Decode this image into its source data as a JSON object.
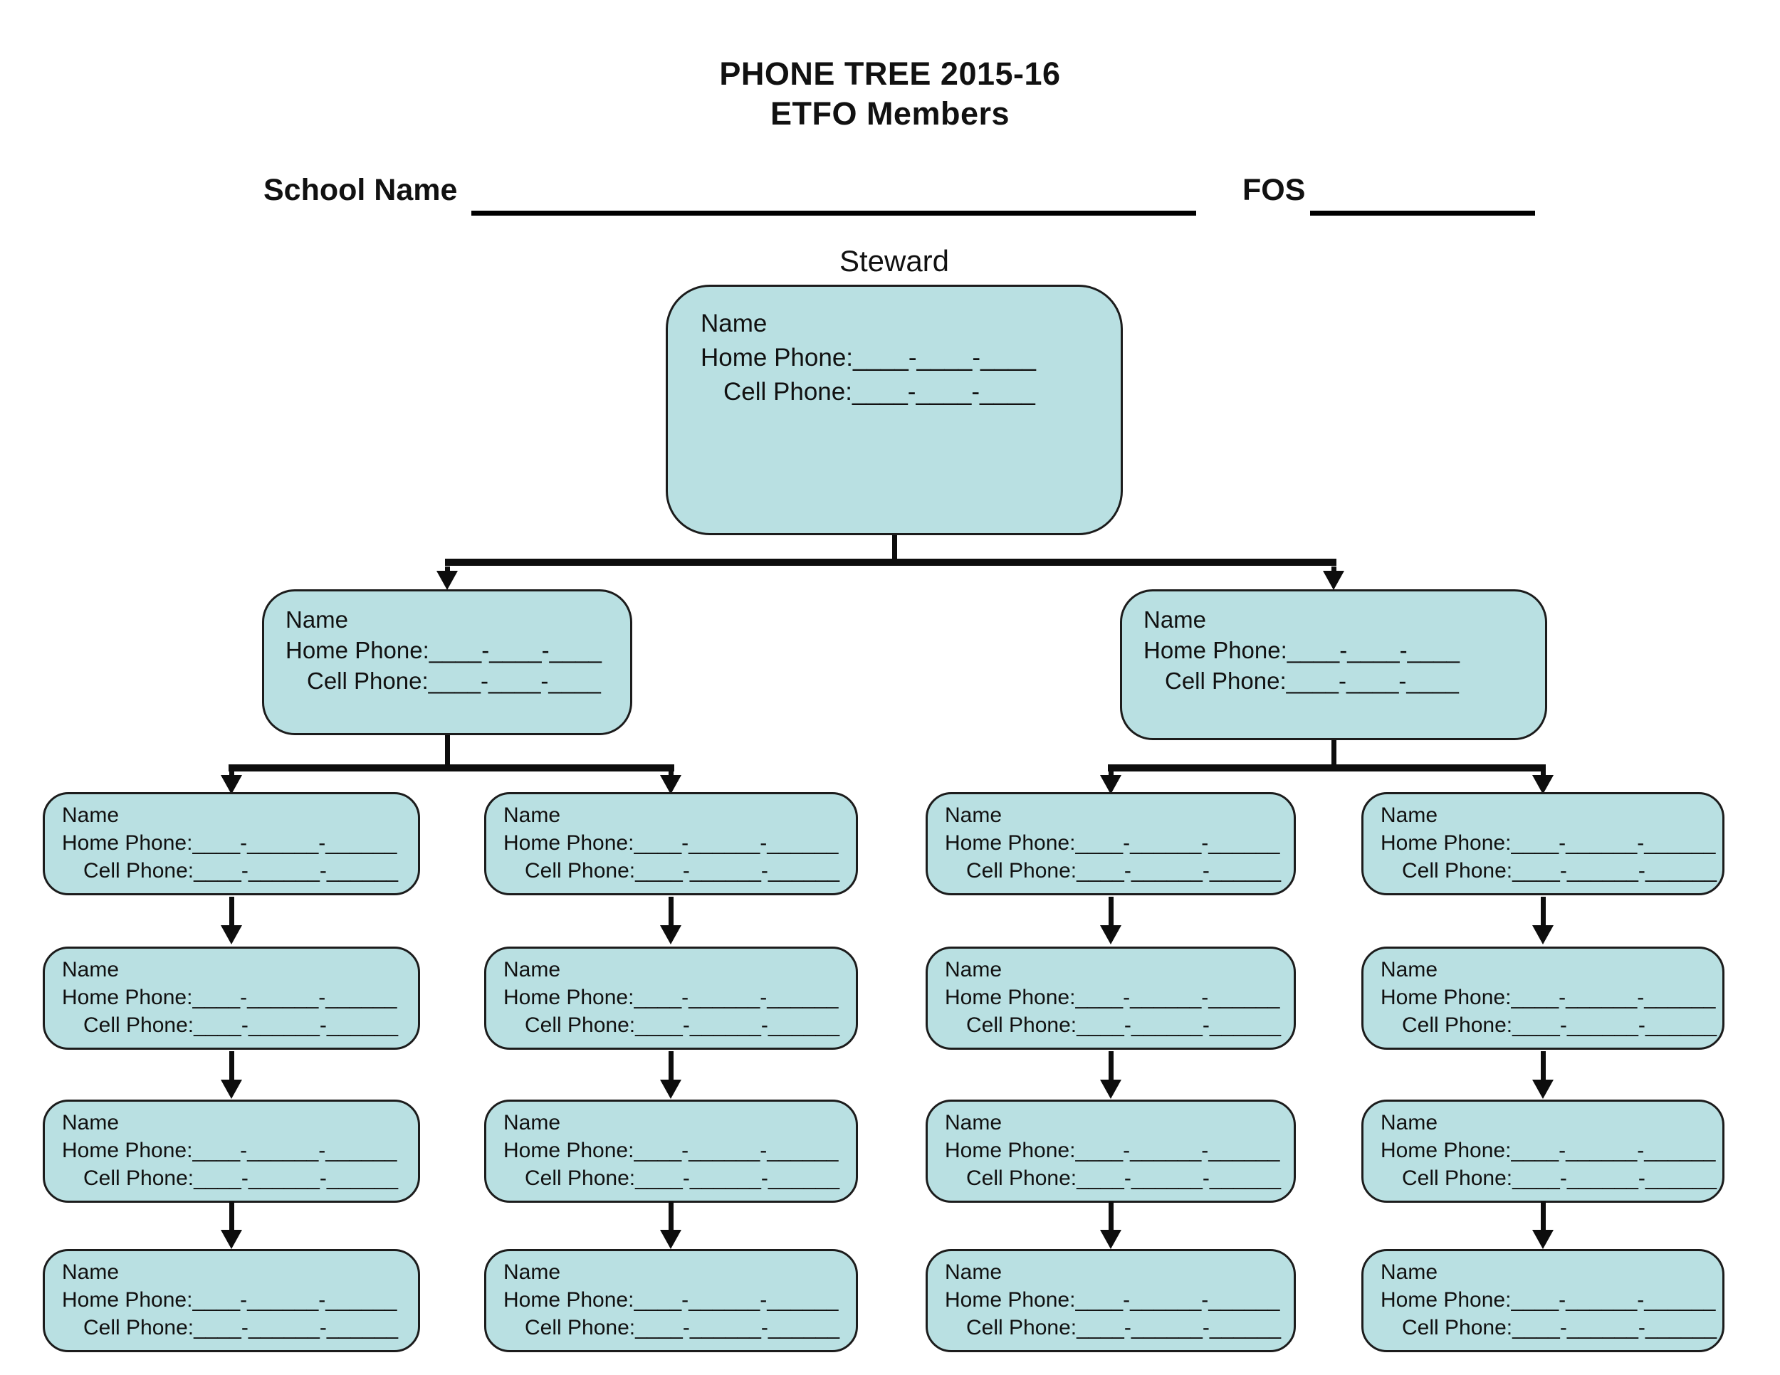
{
  "page": {
    "title_line1": "PHONE TREE 2015-16",
    "title_line2": "ETFO Members",
    "school_name_label": "School Name",
    "fos_label": "FOS",
    "steward_label": "Steward"
  },
  "node": {
    "name_label": "Name",
    "home_phone_short": "Home Phone:____-____-____",
    "cell_phone_short": "Cell Phone:____-____-____",
    "home_phone_long": "Home Phone:____-______-______",
    "cell_phone_long": "Cell Phone:____-______-______"
  },
  "structure": {
    "levels": 3,
    "branch_count": 2,
    "chain_columns": 4,
    "chain_rows_per_column": 4
  },
  "colors": {
    "box_fill": "#b9e0e2",
    "box_border": "#1c1c1c",
    "connector": "#0d0d0d"
  }
}
